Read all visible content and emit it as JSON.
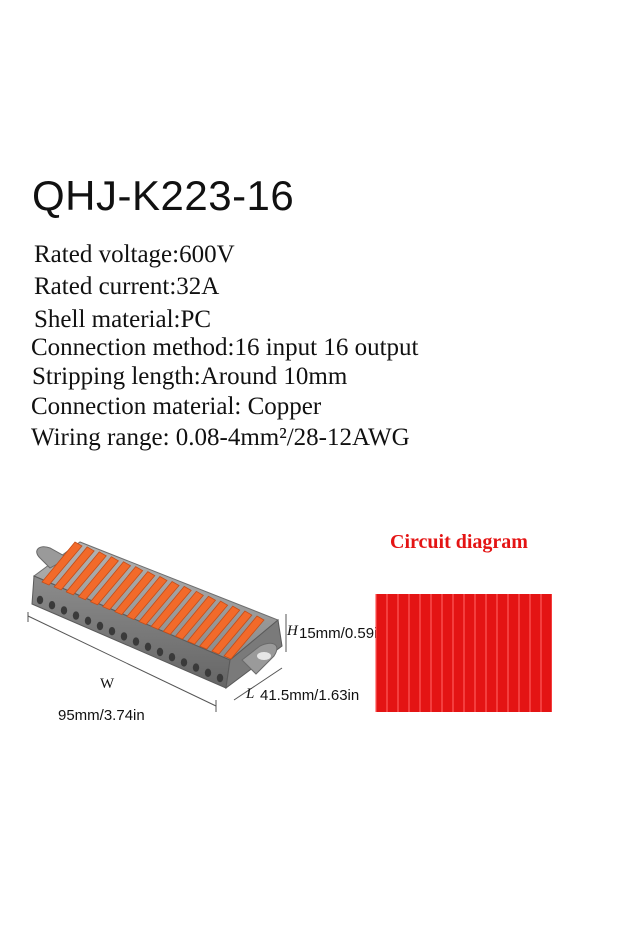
{
  "product": {
    "model": "QHJ-K223-16",
    "specs": [
      "Rated voltage:600V",
      "Rated current:32A",
      "Shell material:PC",
      "Connection method:16 input 16 output",
      "Stripping length:Around 10mm",
      "Connection material: Copper",
      "Wiring range: 0.08-4mm²/28-12AWG"
    ]
  },
  "dimensions": {
    "width_symbol": "W",
    "width_value": "95mm/3.74in",
    "height_symbol": "H",
    "height_value": "15mm/0.59in",
    "length_symbol": "L",
    "length_value": "41.5mm/1.63in"
  },
  "circuit": {
    "title": "Circuit diagram",
    "line_count": 16
  },
  "colors": {
    "lever_orange": "#f26a2a",
    "body_gray": "#8e8e8e",
    "circuit_red": "#e41414"
  }
}
